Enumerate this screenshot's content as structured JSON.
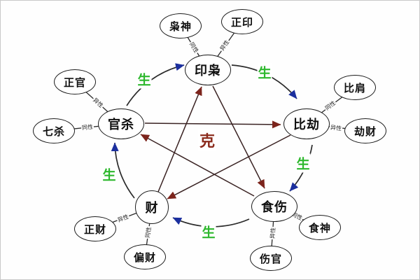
{
  "cycle": {
    "sheng": "生",
    "ke": "克"
  },
  "main_nodes": {
    "yinxiao": "印枭",
    "bijie": "比劫",
    "shishang": "食伤",
    "cai": "财",
    "guansha": "官杀"
  },
  "satellite_nodes": {
    "xiaoshen": "枭神",
    "zhengyin": "正印",
    "bijian": "比肩",
    "jiecai": "劫财",
    "shishen": "食神",
    "shangguan": "伤官",
    "zhengcai": "正财",
    "piancai": "偏财",
    "zhengguan": "正官",
    "qisha": "七杀"
  },
  "connector_labels": {
    "xiaoshen": "同性",
    "zhengyin": "异性",
    "bijian": "同性",
    "jiecai": "异性",
    "shishen": "同性",
    "shangguan": "异性",
    "zhengcai": "异性",
    "piancai": "同性",
    "zhengguan": "异性",
    "qisha": "同性"
  },
  "colors": {
    "sheng_green": "#2eb82e",
    "ke_red": "#8b2b1c",
    "arrow_blue": "#1b2f9e",
    "arrow_red": "#7c241c",
    "line_dark": "#2a2a2a"
  }
}
